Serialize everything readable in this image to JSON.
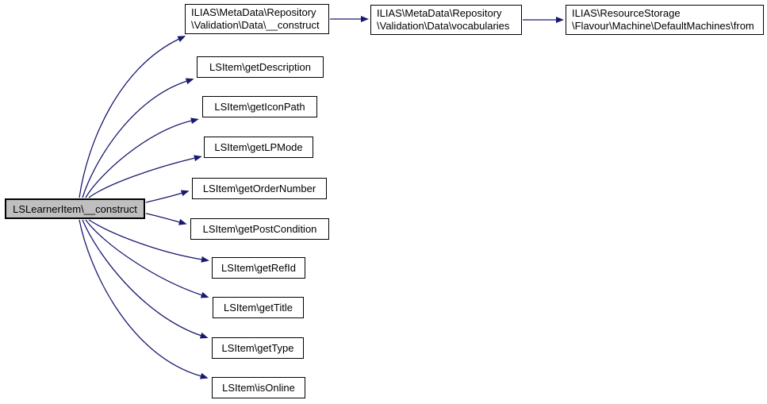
{
  "graph": {
    "kind": "call-graph",
    "colors": {
      "edge": "#191970",
      "node_border": "#000000",
      "node_fill": "#ffffff",
      "selected_node_fill": "#bfbfbf"
    },
    "nodes": {
      "root": {
        "label": "LSLearnerItem\\__construct"
      },
      "md_construct": {
        "line1": "ILIAS\\MetaData\\Repository",
        "line2": "\\Validation\\Data\\__construct"
      },
      "md_vocabularies": {
        "line1": "ILIAS\\MetaData\\Repository",
        "line2": "\\Validation\\Data\\vocabularies"
      },
      "rs_from": {
        "line1": "ILIAS\\ResourceStorage",
        "line2": "\\Flavour\\Machine\\DefaultMachines\\from"
      },
      "get_description": {
        "label": "LSItem\\getDescription"
      },
      "get_icon_path": {
        "label": "LSItem\\getIconPath"
      },
      "get_lp_mode": {
        "label": "LSItem\\getLPMode"
      },
      "get_order_number": {
        "label": "LSItem\\getOrderNumber"
      },
      "get_post_condition": {
        "label": "LSItem\\getPostCondition"
      },
      "get_ref_id": {
        "label": "LSItem\\getRefId"
      },
      "get_title": {
        "label": "LSItem\\getTitle"
      },
      "get_type": {
        "label": "LSItem\\getType"
      },
      "is_online": {
        "label": "LSItem\\isOnline"
      }
    },
    "edges": [
      {
        "from": "root",
        "to": "md_construct"
      },
      {
        "from": "root",
        "to": "get_description"
      },
      {
        "from": "root",
        "to": "get_icon_path"
      },
      {
        "from": "root",
        "to": "get_lp_mode"
      },
      {
        "from": "root",
        "to": "get_order_number"
      },
      {
        "from": "root",
        "to": "get_post_condition"
      },
      {
        "from": "root",
        "to": "get_ref_id"
      },
      {
        "from": "root",
        "to": "get_title"
      },
      {
        "from": "root",
        "to": "get_type"
      },
      {
        "from": "root",
        "to": "is_online"
      },
      {
        "from": "md_construct",
        "to": "md_vocabularies"
      },
      {
        "from": "md_vocabularies",
        "to": "rs_from"
      }
    ]
  }
}
